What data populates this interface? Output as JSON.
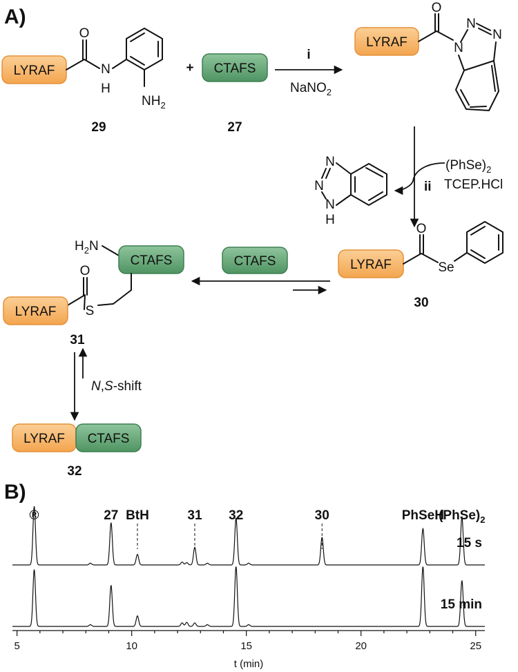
{
  "panels": {
    "a": "A)",
    "b": "B)"
  },
  "peptides": {
    "n_fragment": "LYRAF",
    "c_fragment": "CTAFS"
  },
  "compounds": {
    "c29": "29",
    "c27": "27",
    "c30": "30",
    "c31": "31",
    "c32": "32"
  },
  "reagents": {
    "plus": "+",
    "step_i": "i",
    "nano2": "NaNO",
    "nano2_sub": "2",
    "step_ii": "ii",
    "phse2": "(PhSe)",
    "phse2_sub": "2",
    "tcep": "TCEP.HCl",
    "shift_n": "N",
    "shift_sep": ",",
    "shift_s": "S",
    "shift_rest": "-shift"
  },
  "atoms": {
    "O": "O",
    "N": "N",
    "H": "H",
    "NH": "NH",
    "NH_sub": "2",
    "H2N_pre": "H",
    "H2N_sub": "2",
    "H2N_post": "N",
    "S": "S",
    "Se": "Se"
  },
  "colors": {
    "orange_fill": "#f6b26b",
    "orange_stroke": "#e69138",
    "green_fill": "#6aa97a",
    "green_stroke": "#3f7f52"
  },
  "chart_data": {
    "type": "line",
    "xlabel": "t (min)",
    "xlim": [
      4.8,
      25.4
    ],
    "xticks": [
      5,
      10,
      15,
      20,
      25
    ],
    "peak_labels": [
      {
        "text": "®",
        "x": 5.75
      },
      {
        "text": "27",
        "x": 9.1
      },
      {
        "text": "BtH",
        "x": 10.25
      },
      {
        "text": "31",
        "x": 12.75
      },
      {
        "text": "32",
        "x": 14.55
      },
      {
        "text": "30",
        "x": 18.3
      },
      {
        "text": "PhSeH",
        "x": 22.7
      },
      {
        "text": "(PhSe)",
        "x": 24.4,
        "sub": "2"
      }
    ],
    "series": [
      {
        "name": "15 s",
        "peaks": [
          {
            "x": 5.75,
            "h": 1.0
          },
          {
            "x": 8.2,
            "h": 0.03
          },
          {
            "x": 9.1,
            "h": 0.72
          },
          {
            "x": 10.25,
            "h": 0.18
          },
          {
            "x": 12.2,
            "h": 0.05
          },
          {
            "x": 12.4,
            "h": 0.04
          },
          {
            "x": 12.75,
            "h": 0.3
          },
          {
            "x": 13.3,
            "h": 0.03
          },
          {
            "x": 14.55,
            "h": 0.8
          },
          {
            "x": 15.1,
            "h": 0.03
          },
          {
            "x": 18.3,
            "h": 0.47
          },
          {
            "x": 22.7,
            "h": 0.62
          },
          {
            "x": 24.4,
            "h": 0.82
          }
        ]
      },
      {
        "name": "15 min",
        "peaks": [
          {
            "x": 5.75,
            "h": 0.97
          },
          {
            "x": 8.2,
            "h": 0.03
          },
          {
            "x": 9.1,
            "h": 0.7
          },
          {
            "x": 10.25,
            "h": 0.18
          },
          {
            "x": 12.2,
            "h": 0.06
          },
          {
            "x": 12.4,
            "h": 0.07
          },
          {
            "x": 12.75,
            "h": 0.06
          },
          {
            "x": 13.3,
            "h": 0.03
          },
          {
            "x": 14.55,
            "h": 1.02
          },
          {
            "x": 15.1,
            "h": 0.03
          },
          {
            "x": 22.7,
            "h": 1.02
          },
          {
            "x": 24.4,
            "h": 0.78
          }
        ]
      }
    ]
  }
}
